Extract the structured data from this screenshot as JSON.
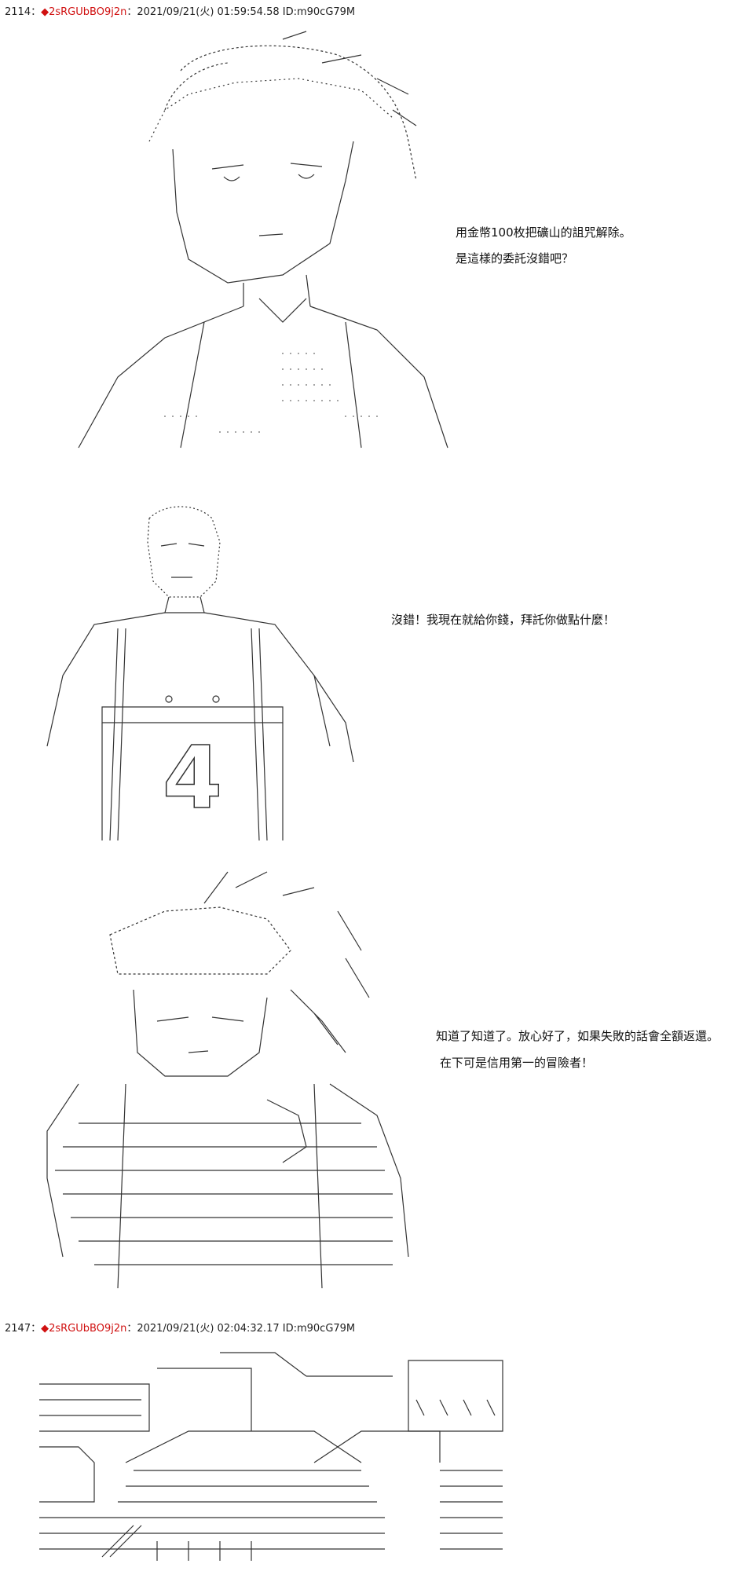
{
  "posts": [
    {
      "number": "2114",
      "separator": "：",
      "diamond": "◆",
      "trip": "2sRGUbBO9j2n",
      "meta": "：2021/09/21(火) 01:59:54.58 ID:m90cG79M"
    },
    {
      "number": "2147",
      "separator": "：",
      "diamond": "◆",
      "trip": "2sRGUbBO9j2n",
      "meta": "：2021/09/21(火) 02:04:32.17 ID:m90cG79M"
    }
  ],
  "dialog": {
    "scene1_line1": "用金幣100枚把礦山的詛咒解除。",
    "scene1_line2": "是這樣的委託沒錯吧？",
    "scene2_line1": "沒錯！我現在就給你錢，拜託你做點什麼！",
    "scene3_line1": "知道了知道了。放心好了，如果失敗的話會全額返還。",
    "scene3_line2": "在下可是信用第一的冒險者！"
  },
  "art": {
    "jersey_number": "4"
  }
}
